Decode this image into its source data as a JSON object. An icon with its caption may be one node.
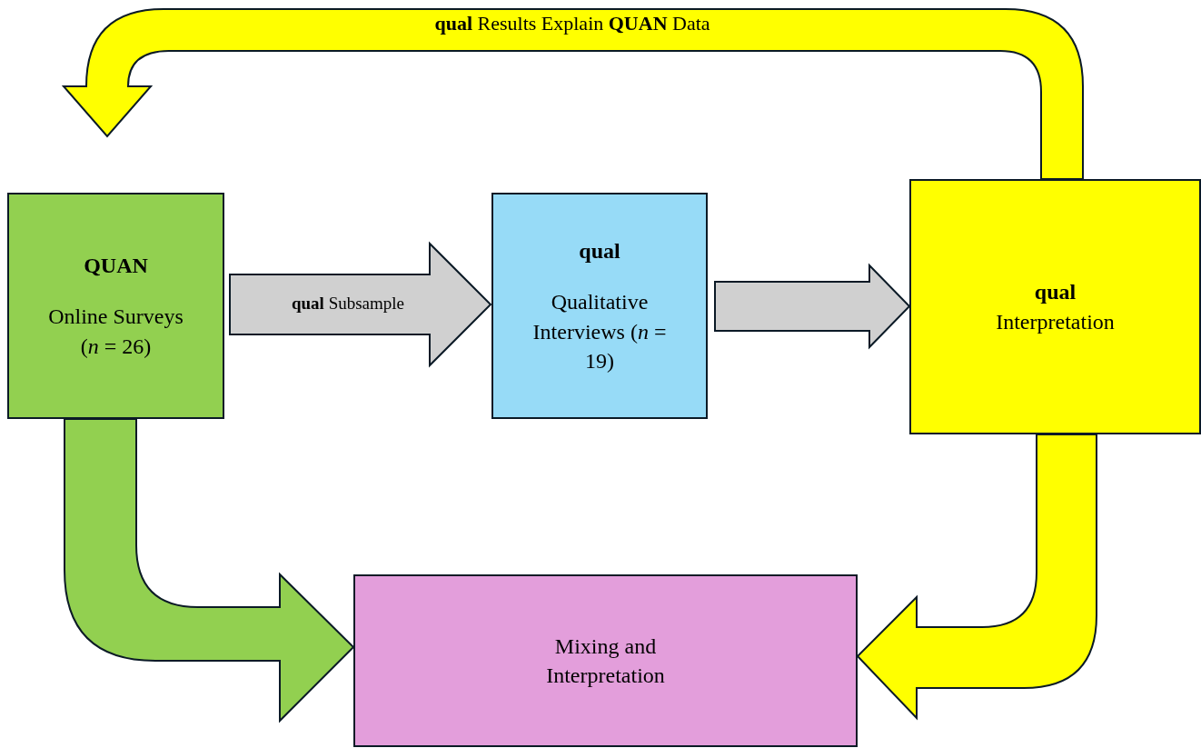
{
  "diagram": {
    "nodes": [
      {
        "text": [
          "QUAN",
          "Online Surveys (*n* = 26)"
        ]
      },
      {
        "text": [
          "qual",
          "Qualitative Interviews (*n* = 19)"
        ]
      },
      {
        "text": [
          "**qual** Interpretation"
        ]
      },
      {
        "text": [
          "Mixing and Interpretation"
        ]
      }
    ],
    "edges": [
      {
        "from": 0,
        "to": 1,
        "arrow": "to",
        "label": "**qual** Subsample",
        "color": "#d0d0d0"
      },
      {
        "from": 1,
        "to": 2,
        "arrow": "to",
        "color": "#d0d0d0"
      },
      {
        "from": 2,
        "to": 0,
        "arrow": "to",
        "label": "**qual** Results Explain **QUAN** Data",
        "color": "#ffff00"
      },
      {
        "from": 0,
        "to": 3,
        "arrow": "to",
        "color": "#92d050"
      },
      {
        "from": 2,
        "to": 3,
        "arrow": "to",
        "color": "#ffff00"
      }
    ]
  }
}
